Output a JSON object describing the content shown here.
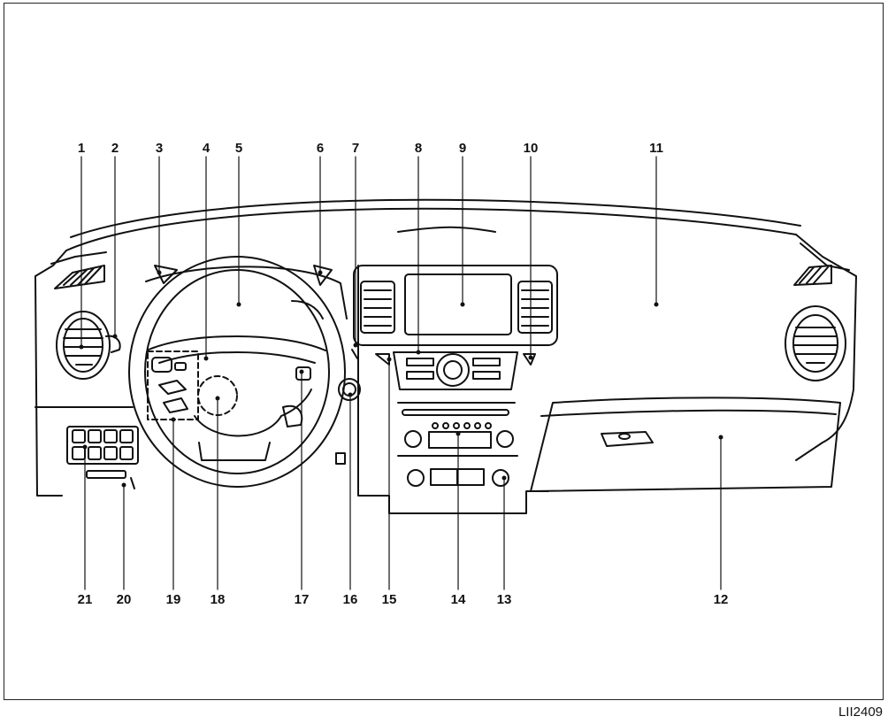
{
  "figure": {
    "id": "LII2409",
    "callouts": [
      {
        "n": "1"
      },
      {
        "n": "2"
      },
      {
        "n": "3"
      },
      {
        "n": "4"
      },
      {
        "n": "5"
      },
      {
        "n": "6"
      },
      {
        "n": "7"
      },
      {
        "n": "8"
      },
      {
        "n": "9"
      },
      {
        "n": "10"
      },
      {
        "n": "11"
      },
      {
        "n": "12"
      },
      {
        "n": "13"
      },
      {
        "n": "14"
      },
      {
        "n": "15"
      },
      {
        "n": "16"
      },
      {
        "n": "17"
      },
      {
        "n": "18"
      },
      {
        "n": "19"
      },
      {
        "n": "20"
      },
      {
        "n": "21"
      }
    ]
  },
  "style": {
    "line_color": "#111111",
    "background": "#ffffff"
  }
}
